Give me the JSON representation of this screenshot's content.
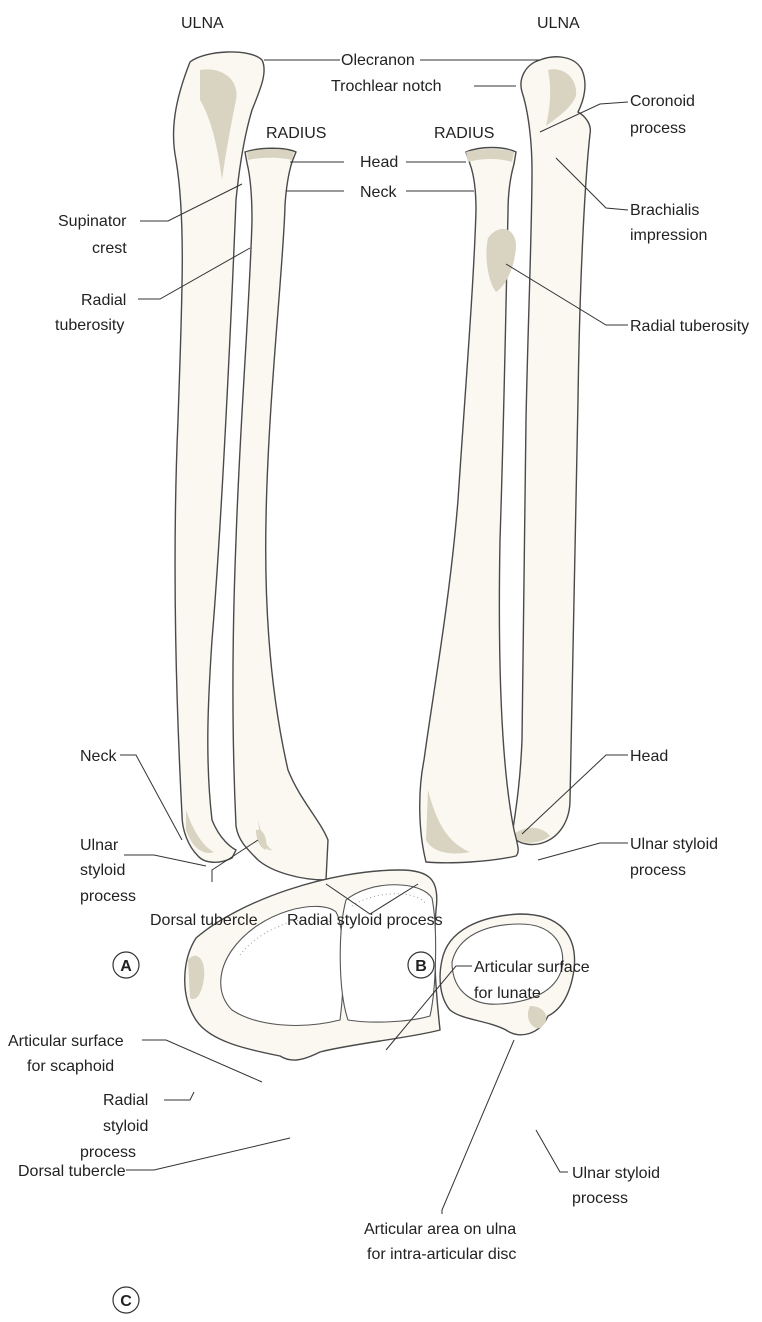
{
  "colors": {
    "bone_fill": "#faf8f1",
    "bone_shade": "#d9d4c2",
    "outline": "#4a4a4a",
    "text": "#222222"
  },
  "panels": {
    "a": "A",
    "b": "B",
    "c": "C"
  },
  "labels": {
    "ulna_a": "ULNA",
    "ulna_b": "ULNA",
    "radius_a": "RADIUS",
    "radius_b": "RADIUS",
    "olecranon": "Olecranon",
    "trochlear_notch": "Trochlear notch",
    "coronoid_1": "Coronoid",
    "coronoid_2": "process",
    "head_top": "Head",
    "neck_top": "Neck",
    "supinator_1": "Supinator",
    "supinator_2": "crest",
    "brachialis_1": "Brachialis",
    "brachialis_2": "impression",
    "radial_tub_a_1": "Radial",
    "radial_tub_a_2": "tuberosity",
    "radial_tub_b": "Radial tuberosity",
    "neck_ulna": "Neck",
    "head_ulna": "Head",
    "ulnar_styloid_a_1": "Ulnar",
    "ulnar_styloid_a_2": "styloid",
    "ulnar_styloid_a_3": "process",
    "ulnar_styloid_b_1": "Ulnar styloid",
    "ulnar_styloid_b_2": "process",
    "dorsal_tubercle_a": "Dorsal tubercle",
    "radial_styloid_ab": "Radial styloid process",
    "art_lunate_1": "Articular surface",
    "art_lunate_2": "for lunate",
    "art_scaphoid_1": "Articular surface",
    "art_scaphoid_2": "for scaphoid",
    "radial_styloid_c_1": "Radial",
    "radial_styloid_c_2": "styloid",
    "radial_styloid_c_3": "process",
    "dorsal_tubercle_c": "Dorsal tubercle",
    "ulnar_styloid_c_1": "Ulnar styloid",
    "ulnar_styloid_c_2": "process",
    "art_disc_1": "Articular area on ulna",
    "art_disc_2": "for intra-articular disc"
  }
}
